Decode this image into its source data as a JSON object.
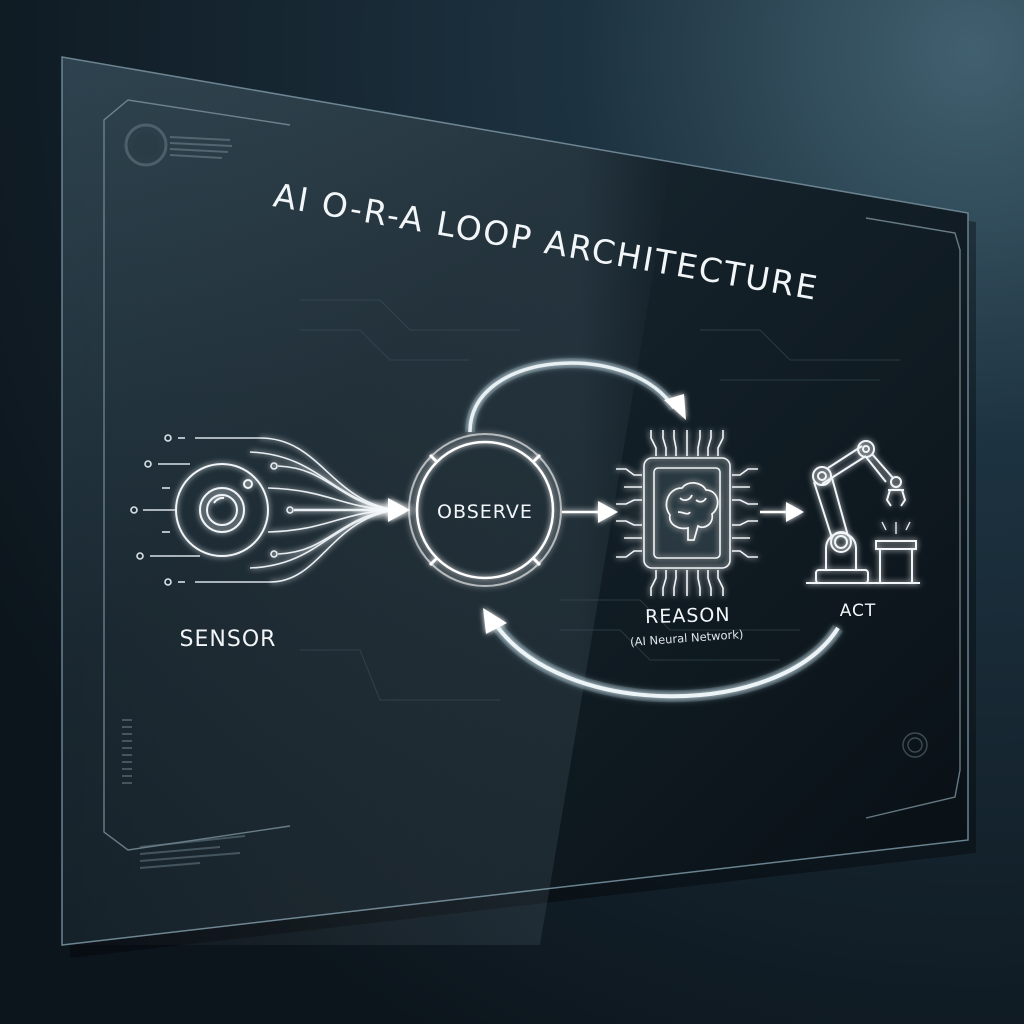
{
  "diagram": {
    "title": "AI O-R-A LOOP ARCHITECTURE",
    "nodes": [
      {
        "id": "sensor",
        "label": "SENSOR",
        "icon": "camera-sensor-icon"
      },
      {
        "id": "observe",
        "label": "OBSERVE",
        "icon": "ring-circle-icon"
      },
      {
        "id": "reason",
        "label": "REASON",
        "sublabel": "(AI Neural Network)",
        "icon": "brain-chip-icon"
      },
      {
        "id": "act",
        "label": "ACT",
        "icon": "robotic-arm-icon"
      }
    ],
    "edges": [
      {
        "from": "sensor",
        "to": "observe",
        "style": "converging-data-streams"
      },
      {
        "from": "observe",
        "to": "reason",
        "style": "arrow"
      },
      {
        "from": "reason",
        "to": "act",
        "style": "arrow"
      },
      {
        "from": "observe",
        "to": "reason",
        "style": "upper-feedback-arc"
      },
      {
        "from": "act",
        "to": "observe",
        "style": "lower-feedback-arc"
      }
    ]
  },
  "colors": {
    "background": "#0f1b24",
    "panel": "#0c161d",
    "panel_highlight": "#3b5462",
    "line": "#f4f8fa",
    "hud": "#6f8591"
  }
}
